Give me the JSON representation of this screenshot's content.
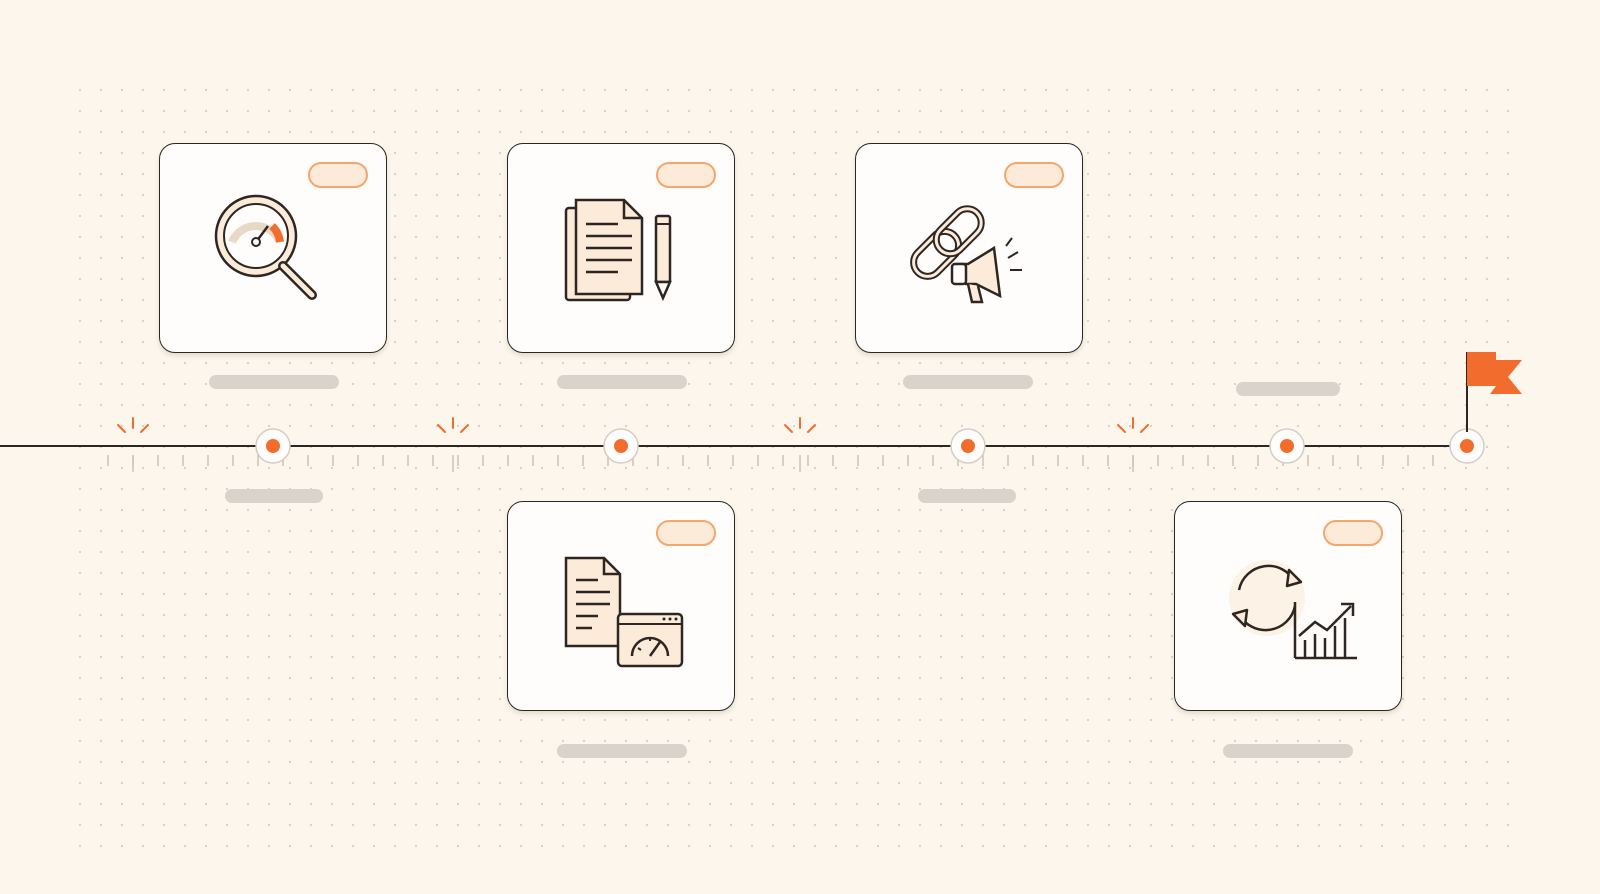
{
  "diagram": {
    "colors": {
      "background": "#fcf6ec",
      "line": "#2d2623",
      "accent": "#f26d2d",
      "accent_light": "#fcebd8",
      "placeholder_bar": "#d9d3cb"
    },
    "milestones": [
      {
        "icon": "magnifier-gauge-icon",
        "card_position": "above"
      },
      {
        "icon": "documents-pencil-icon",
        "card_position": "above"
      },
      {
        "icon": "chain-link-megaphone-icon",
        "card_position": "above"
      },
      {
        "icon": "document-speed-gauge-icon",
        "card_position": "below"
      },
      {
        "icon": "refresh-growth-chart-icon",
        "card_position": "below"
      }
    ],
    "end_marker": {
      "icon": "finish-flag-icon"
    }
  }
}
